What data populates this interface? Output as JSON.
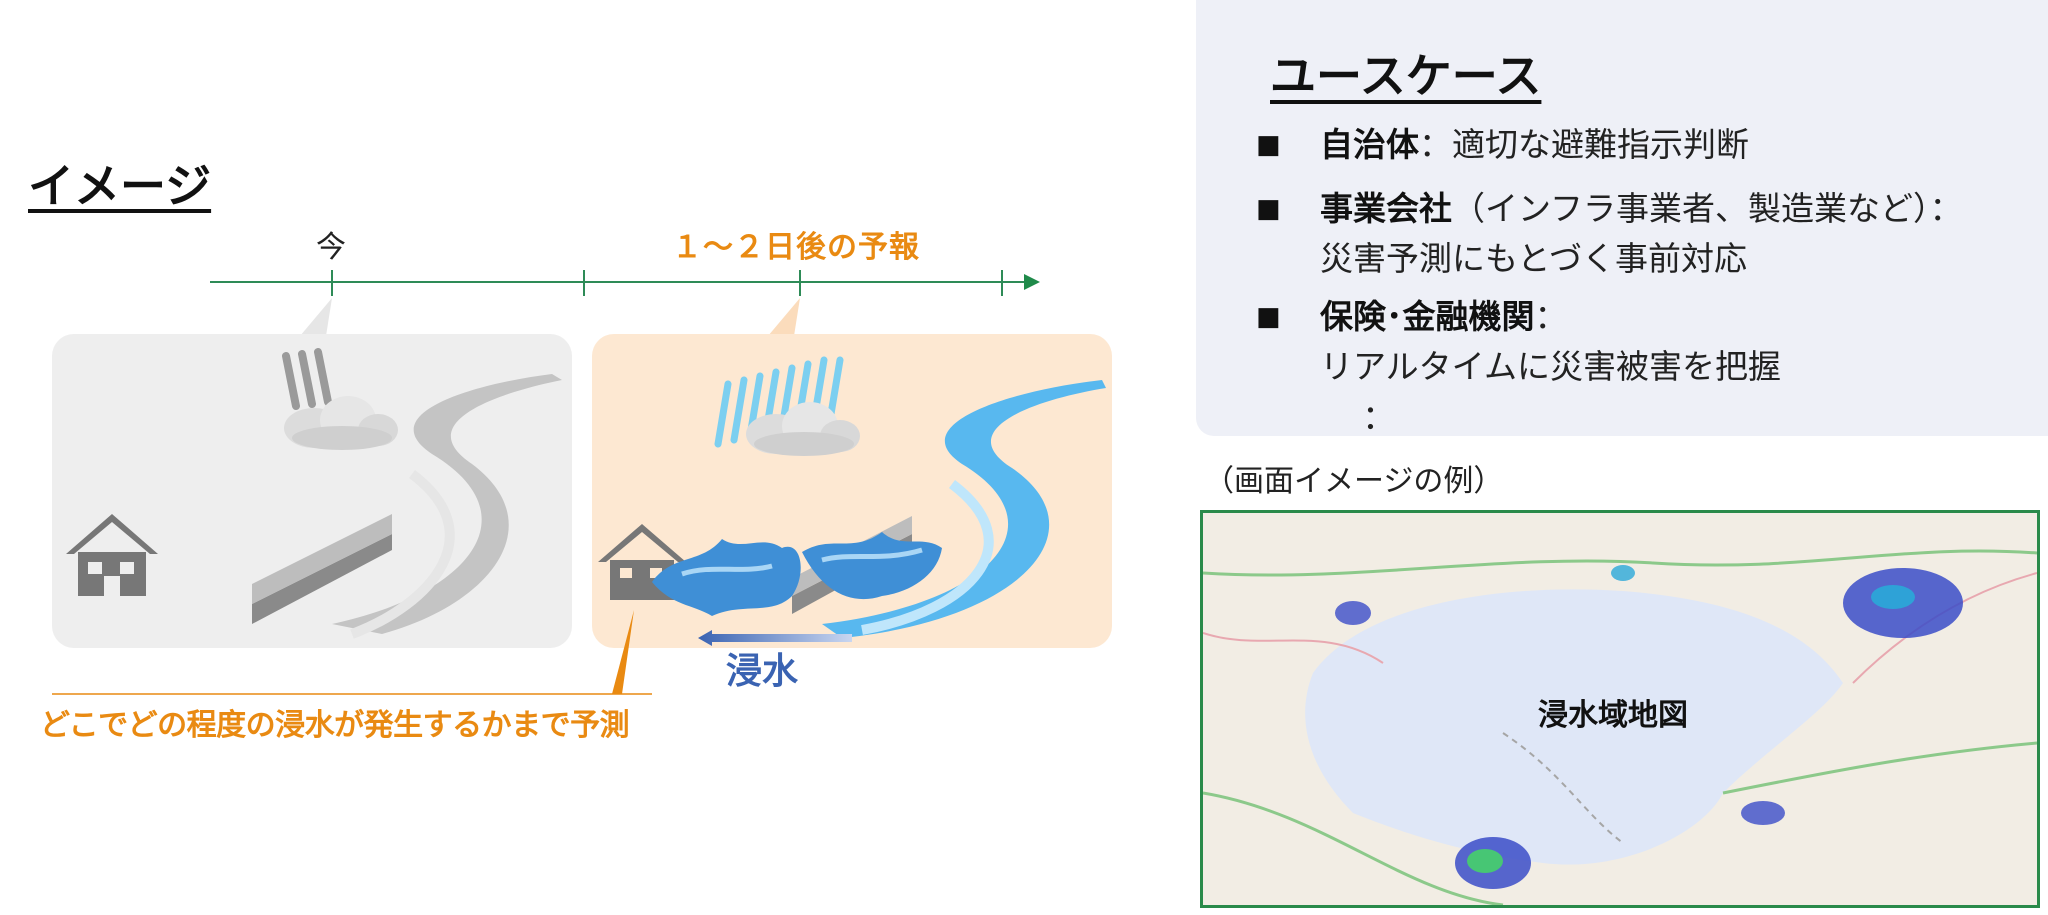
{
  "image_section": {
    "heading": "イメージ",
    "label_now": "今",
    "label_forecast": "１～２日後の予報",
    "label_flood": "浸水",
    "caption": "どこでどの程度の浸水が発生するかまで予測"
  },
  "usecase": {
    "title": "ユースケース",
    "bullet_symbol": "■",
    "items": [
      {
        "strong": "自治体",
        "rest": "：適切な避難指示判断",
        "line2": ""
      },
      {
        "strong": "事業会社",
        "rest": "（インフラ事業者、製造業など）：",
        "line2": "災害予測にもとづく事前対応"
      },
      {
        "strong": "保険･金融機関",
        "rest": "：",
        "line2": "リアルタイムに災害被害を把握"
      }
    ],
    "ellipsis": "："
  },
  "screen": {
    "caption": "（画面イメージの例）",
    "map_label": "浸水域地図"
  },
  "colors": {
    "accent_orange": "#e98a12",
    "flood_blue": "#3a63b2",
    "timeline_green": "#2e8b57",
    "map_border": "#2a8a4a"
  }
}
